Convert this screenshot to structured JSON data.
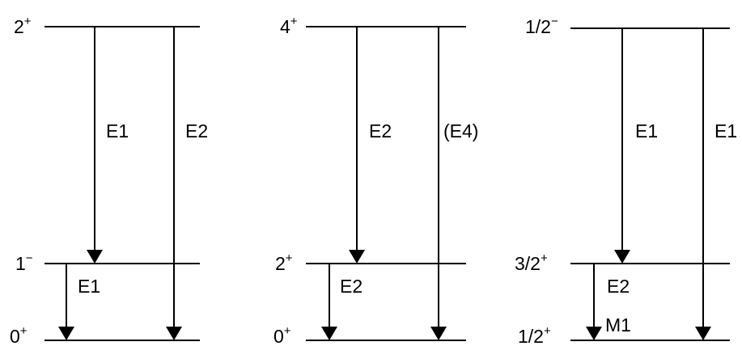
{
  "panels": [
    {
      "levels": [
        {
          "base": "2",
          "sup": "+"
        },
        {
          "base": "1",
          "sup": "−"
        },
        {
          "base": "0",
          "sup": "+"
        }
      ],
      "transitions": [
        "E1",
        "E2",
        "E1"
      ]
    },
    {
      "levels": [
        {
          "base": "4",
          "sup": "+"
        },
        {
          "base": "2",
          "sup": "+"
        },
        {
          "base": "0",
          "sup": "+"
        }
      ],
      "transitions": [
        "E2",
        "(E4)",
        "E2"
      ]
    },
    {
      "levels": [
        {
          "base": "1/2",
          "sup": "−"
        },
        {
          "base": "3/2",
          "sup": "+"
        },
        {
          "base": "1/2",
          "sup": "+"
        }
      ],
      "transitions": [
        "E1",
        "E1",
        "E2",
        "M1"
      ]
    }
  ]
}
